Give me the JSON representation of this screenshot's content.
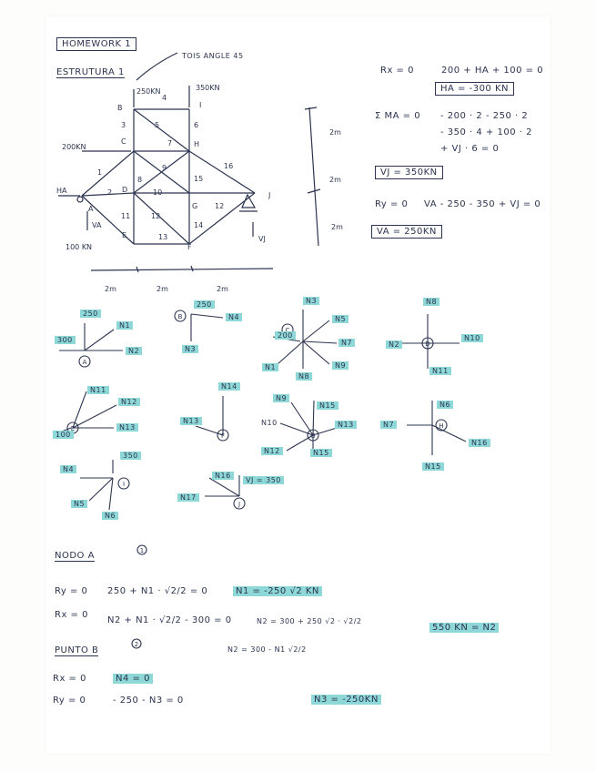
{
  "header": {
    "title": "HOMEWORK 1",
    "structure": "ESTRUTURA 1",
    "angle_note": "TOIS ANGLE 45"
  },
  "truss": {
    "loads": [
      "250KN",
      "350KN",
      "200KN",
      "HA",
      "VA",
      "VJ",
      "100 KN"
    ],
    "nodes": [
      "A",
      "B",
      "C",
      "D",
      "E",
      "F",
      "G",
      "H",
      "I",
      "J"
    ],
    "members": [
      "1",
      "2",
      "3",
      "4",
      "5",
      "6",
      "7",
      "8",
      "9",
      "10",
      "11",
      "12",
      "13",
      "14",
      "15",
      "16"
    ],
    "heights": [
      "2m",
      "2m",
      "2m"
    ],
    "spans": [
      "2m",
      "2m",
      "2m"
    ]
  },
  "equations": {
    "eq1_label": "Rx = 0",
    "eq1": "200 + HA + 100 = 0",
    "eq1_result": "HA = -300 KN",
    "eq2_label": "Σ MA = 0",
    "eq2_line1": "- 200 · 2 - 250 · 2",
    "eq2_line2": "- 350 · 4 + 100 · 2",
    "eq2_line3": "+ VJ · 6 = 0",
    "eq2_result": "VJ = 350KN",
    "eq3_label": "Ry = 0",
    "eq3": "VA - 250 - 350 + VJ = 0",
    "eq3_result": "VA = 250KN"
  },
  "fbd": {
    "A": {
      "label": "A",
      "forces": [
        "250",
        "300",
        "N1",
        "N2"
      ]
    },
    "B": {
      "label": "B",
      "forces": [
        "250",
        "N4",
        "N3"
      ]
    },
    "C": {
      "label": "C",
      "forces": [
        "N3",
        "N5",
        "200",
        "N7",
        "N1",
        "N8",
        "N9"
      ]
    },
    "D": {
      "label": "D",
      "forces": [
        "N8",
        "N2",
        "N10",
        "N11"
      ]
    },
    "E": {
      "label": "E",
      "forces": [
        "N11",
        "N12",
        "100",
        "N13"
      ]
    },
    "F": {
      "label": "F",
      "forces": [
        "N14",
        "N13"
      ]
    },
    "G": {
      "label": "G",
      "forces": [
        "N9",
        "N15",
        "N10",
        "N13",
        "N12",
        "N15"
      ]
    },
    "H": {
      "label": "H",
      "forces": [
        "N6",
        "N7",
        "N16",
        "N15"
      ]
    },
    "I": {
      "label": "I",
      "forces": [
        "350",
        "N4",
        "N5",
        "N6"
      ]
    },
    "J": {
      "label": "J",
      "forces": [
        "N16",
        "VJ = 350",
        "N17"
      ]
    }
  },
  "solution": {
    "node_a_title": "NODO A",
    "node_a_num": "1",
    "a_eq1_label": "Ry = 0",
    "a_eq1": "250 + N1 · √2/2 = 0",
    "a_eq1_result": "N1 = -250 √2 KN",
    "a_eq2_label": "Rx = 0",
    "a_eq2": "N2 + N1 · √2/2 - 300 = 0",
    "a_eq2_sub": "N2 = 300 + 250 √2 · √2/2",
    "a_eq2_result": "550 KN = N2",
    "a_eq2_alt": "N2 = 300 - N1 √2/2",
    "node_b_title": "PUNTO B",
    "node_b_num": "2",
    "b_eq1_label": "Rx = 0",
    "b_eq1": "N4 = 0",
    "b_eq2_label": "Ry = 0",
    "b_eq2": "- 250 - N3 = 0",
    "b_eq2_result": "N3 = -250KN"
  },
  "colors": {
    "ink": "#2b3450",
    "highlight": "#8fd8d8"
  }
}
